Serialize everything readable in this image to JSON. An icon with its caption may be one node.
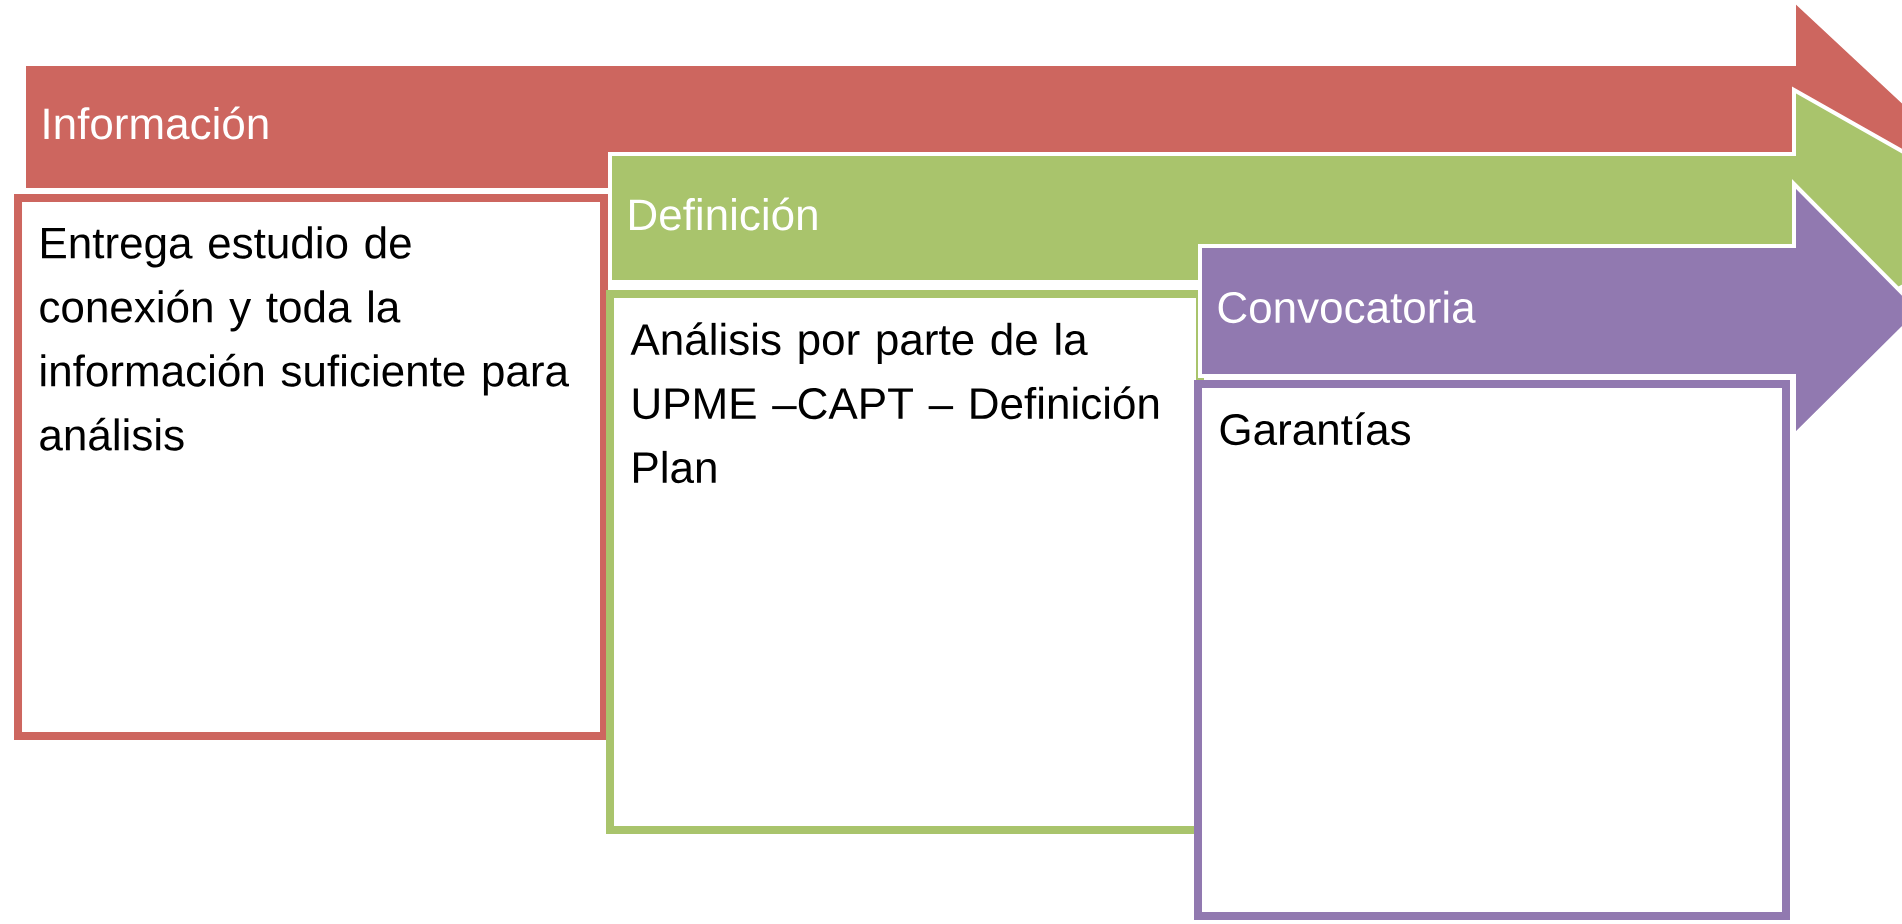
{
  "diagram": {
    "nodes": [
      {
        "text": [
          "Información"
        ]
      },
      {
        "text": [
          "Entrega estudio de conexión y toda la información suficiente para análisis"
        ]
      },
      {
        "text": [
          "Definición"
        ]
      },
      {
        "text": [
          "Análisis por parte de la UPME –CAPT – Definición Plan"
        ]
      },
      {
        "text": [
          "Convocatoria"
        ]
      },
      {
        "text": [
          "Garantías"
        ]
      }
    ]
  }
}
